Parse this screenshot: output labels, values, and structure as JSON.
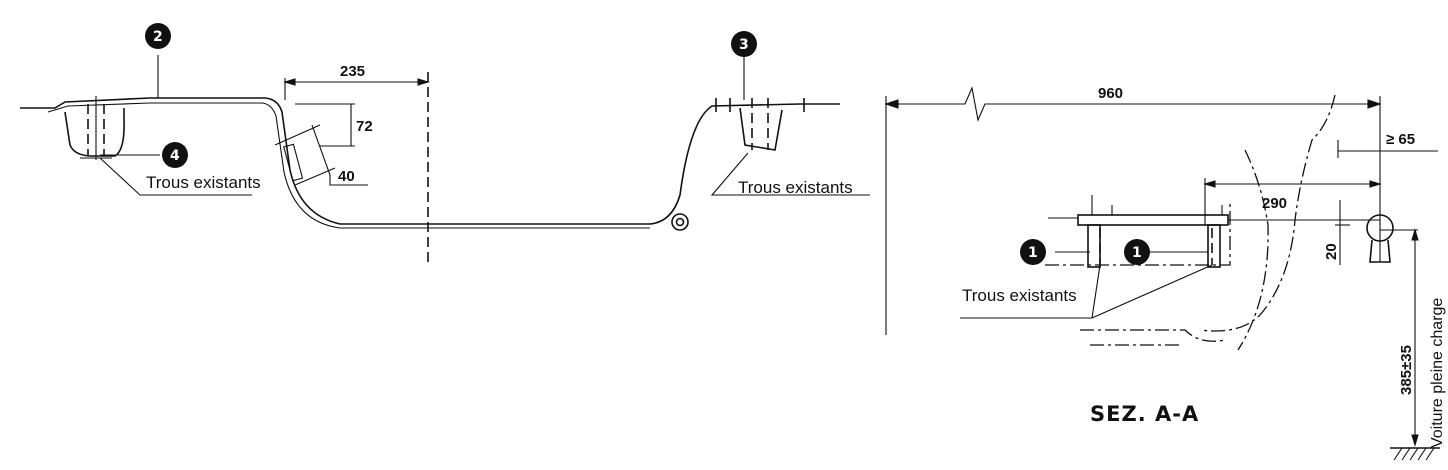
{
  "dimensions": {
    "d235": "235",
    "d72": "72",
    "d40": "40",
    "d960": "960",
    "d65": "≥ 65",
    "d290": "290",
    "d20": "20",
    "d385": "385±35"
  },
  "notes": {
    "holes_left": "Trous existants",
    "holes_middle": "Trous existants",
    "holes_section": "Trous existants",
    "full_load": "Voiture pleine charge"
  },
  "callouts": {
    "c1a": "1",
    "c1b": "1",
    "c2": "2",
    "c3": "3",
    "c4": "4"
  },
  "section_title": "SEZ. A-A"
}
